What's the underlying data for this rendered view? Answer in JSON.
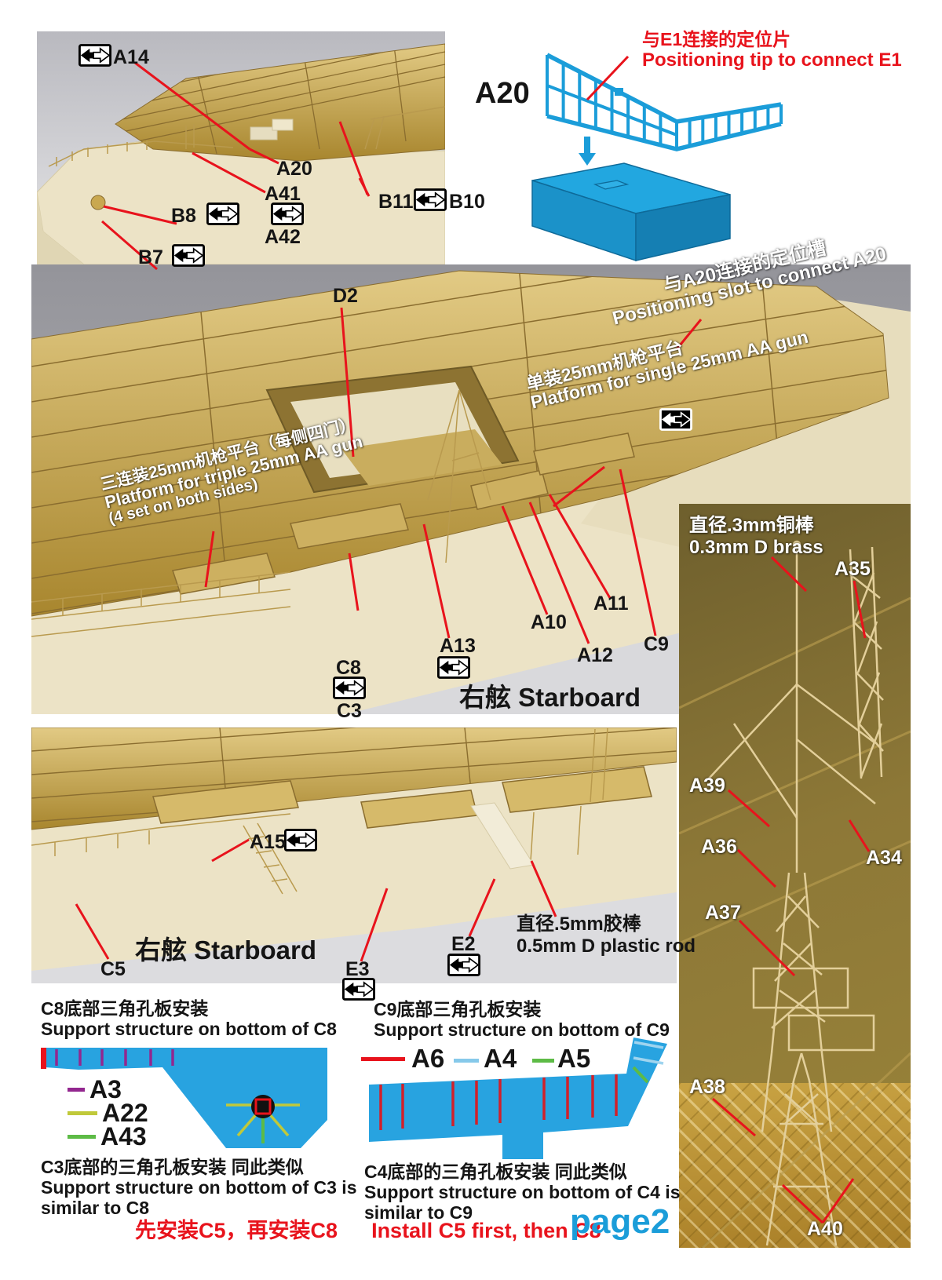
{
  "colors": {
    "accent_red": "#e8131c",
    "diagram_blue": "#1b9dd9",
    "brass": "#c3a24f",
    "hull_cream": "#ece3c6"
  },
  "callouts": {
    "a10": "A10",
    "a11": "A11",
    "a12": "A12",
    "a13": "A13",
    "a14": "A14",
    "a15": "A15",
    "a20": "A20",
    "a34": "A34",
    "a35": "A35",
    "a36": "A36",
    "a37": "A37",
    "a38": "A38",
    "a39": "A39",
    "a40": "A40",
    "a41": "A41",
    "a42": "A42",
    "b7": "B7",
    "b8": "B8",
    "b10": "B10",
    "b11": "B11",
    "c3": "C3",
    "c5": "C5",
    "c8": "C8",
    "c9": "C9",
    "d2": "D2",
    "e2": "E2",
    "e3": "E3"
  },
  "top_diagram": {
    "part": "A20",
    "note_cn": "与E1连接的定位片",
    "note_en": "Positioning tip to connect E1"
  },
  "photo2": {
    "slot_cn": "与A20连接的定位槽",
    "slot_en": "Positioning slot to connect A20",
    "single_cn": "单装25mm机枪平台",
    "single_en": "Platform for single 25mm AA gun",
    "triple_cn": "三连装25mm机枪平台（每侧四门）",
    "triple_en": "Platform for triple 25mm AA gun",
    "triple_en2": "(4 set on both sides)",
    "caption": "右舷 Starboard"
  },
  "photo3": {
    "caption": "右舷 Starboard",
    "rod_cn": "直径.5mm胶棒",
    "rod_en": "0.5mm D plastic rod"
  },
  "right_panel": {
    "brass_cn": "直径.3mm铜棒",
    "brass_en": "0.3mm D brass"
  },
  "support_c8": {
    "title_cn": "C8底部三角孔板安装",
    "title_en": "Support structure on bottom of C8",
    "legend": [
      {
        "part": "A3",
        "color": "#93278f"
      },
      {
        "part": "A22",
        "color": "#c0c93a"
      },
      {
        "part": "A43",
        "color": "#5dbb46"
      }
    ],
    "similar_cn": "C3底部的三角孔板安装 同此类似",
    "similar_en1": "Support structure on bottom of C3 is",
    "similar_en2": "similar to C8"
  },
  "support_c9": {
    "title_cn": "C9底部三角孔板安装",
    "title_en": "Support structure on bottom of C9",
    "legend": [
      {
        "part": "A6",
        "color": "#e8131c"
      },
      {
        "part": "A4",
        "color": "#86c9ea"
      },
      {
        "part": "A5",
        "color": "#5dbb46"
      }
    ],
    "similar_cn": "C4底部的三角孔板安装 同此类似",
    "similar_en1": "Support structure on bottom of C4 is",
    "similar_en2": "similar to C9"
  },
  "footer": {
    "install_cn": "先安装C5，再安装C8",
    "install_en": "Install C5 first, then C8",
    "page": "page2"
  }
}
